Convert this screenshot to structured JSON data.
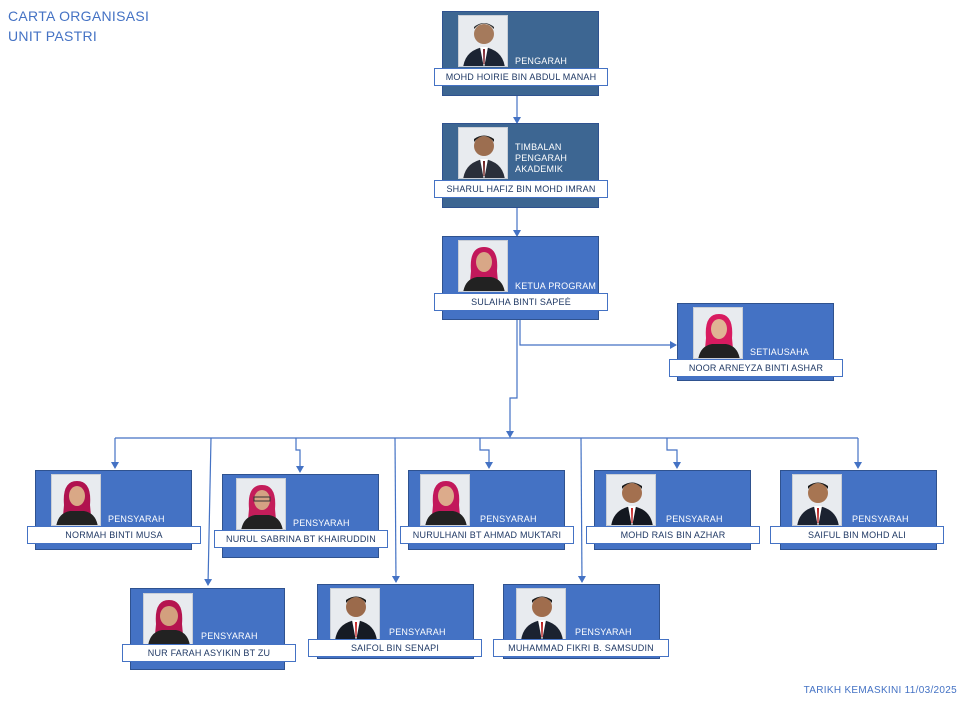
{
  "header": {
    "line1": "CARTA ORGANISASI",
    "line2": "UNIT PASTRI"
  },
  "footer": {
    "updated": "TARIKH KEMASKINI 11/03/2025"
  },
  "colors": {
    "dark_box": "#3d6692",
    "blue_box": "#4472c4",
    "line": "#4472c4",
    "text": "#4472c4"
  },
  "staff": {
    "director": {
      "role": "PENGARAH",
      "name": "MOHD HOIRIE BIN ABDUL MANAH",
      "photo": "man-portrait-icon"
    },
    "deputy": {
      "role": "TIMBALAN PENGARAH AKADEMIK",
      "name": "SHARUL HAFIZ BIN MOHD IMRAN",
      "photo": "man-portrait-icon"
    },
    "head": {
      "role": "KETUA PROGRAM",
      "name": "SULAIHA BINTI SAPEĖ",
      "photo": "woman-portrait-icon"
    },
    "secretary": {
      "role": "SETIAUSAHA",
      "name": "NOOR ARNEYZA BINTI ASHAR",
      "photo": "woman-portrait-icon"
    },
    "lecturers": [
      {
        "role": "PENSYARAH",
        "name": "NORMAH BINTI MUSA",
        "photo": "woman-portrait-icon"
      },
      {
        "role": "PENSYARAH",
        "name": "NURUL SABRINA BT KHAIRUDDIN",
        "photo": "woman-portrait-icon"
      },
      {
        "role": "PENSYARAH",
        "name": "NURULHANI BT AHMAD MUKTARI",
        "photo": "woman-portrait-icon"
      },
      {
        "role": "PENSYARAH",
        "name": "MOHD RAIS BIN AZHAR",
        "photo": "man-portrait-icon"
      },
      {
        "role": "PENSYARAH",
        "name": "SAIFUL BIN MOHD ALI",
        "photo": "man-portrait-icon"
      },
      {
        "role": "PENSYARAH",
        "name": "NUR FARAH ASYIKIN BT ZU",
        "photo": "woman-portrait-icon"
      },
      {
        "role": "PENSYARAH",
        "name": "SAIFOL BIN SENAPI",
        "photo": "man-portrait-icon"
      },
      {
        "role": "PENSYARAH",
        "name": "MUHAMMAD FIKRI B. SAMSUDIN",
        "photo": "man-portrait-icon"
      }
    ]
  }
}
